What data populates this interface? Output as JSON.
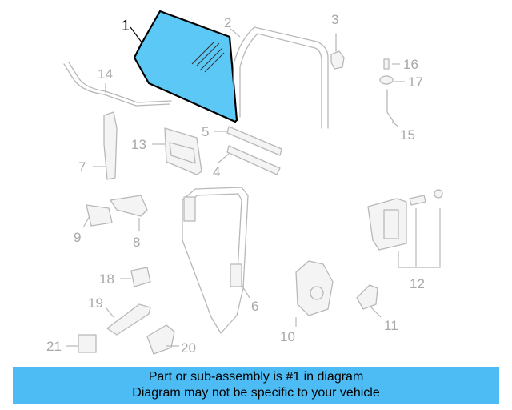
{
  "diagram": {
    "highlighted_part": "1",
    "callouts": {
      "c1": "1",
      "c2": "2",
      "c3": "3",
      "c4": "4",
      "c5": "5",
      "c6": "6",
      "c7": "7",
      "c8": "8",
      "c9": "9",
      "c10": "10",
      "c11": "11",
      "c12": "12",
      "c13": "13",
      "c14": "14",
      "c15": "15",
      "c16": "16",
      "c17": "17",
      "c18": "18",
      "c19": "19",
      "c20": "20",
      "c21": "21"
    },
    "colors": {
      "highlight_fill": "#5cc8f5",
      "highlight_stroke": "#000000",
      "part_stroke": "#b8b8b8",
      "callout_text": "#a8a8a8"
    }
  },
  "banner": {
    "line1": "Part or sub-assembly is #1 in diagram",
    "line2": "Diagram may not be specific to your vehicle",
    "color": "#4dbcf4"
  }
}
